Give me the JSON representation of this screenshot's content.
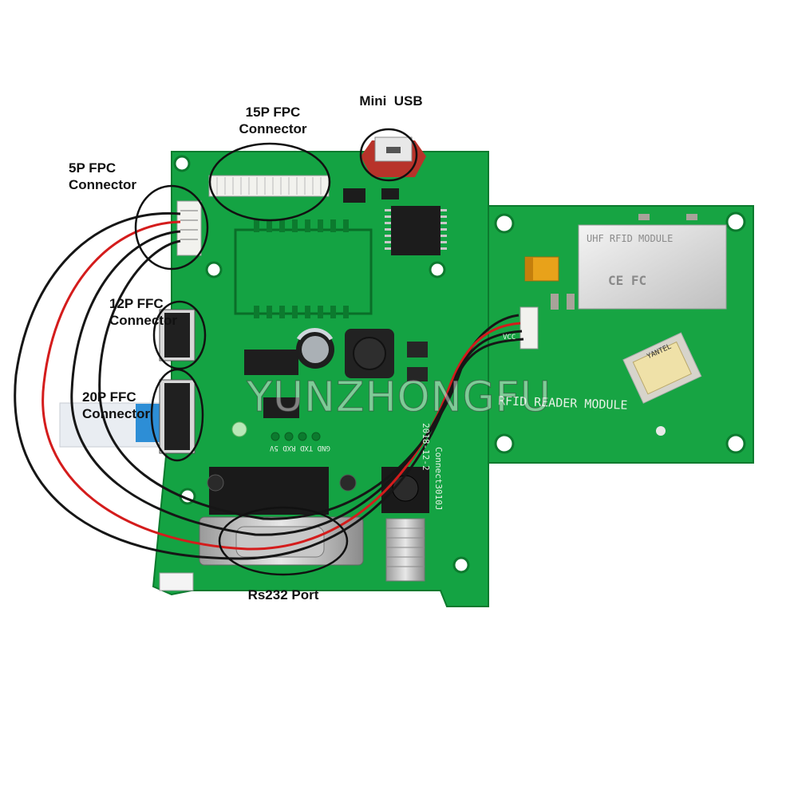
{
  "labels": {
    "fpc15_line1": "15P FPC",
    "fpc15_line2": "Connector",
    "mini_usb": "Mini  USB",
    "fpc5_line1": "5P FPC",
    "fpc5_line2": "Connector",
    "ffc12_line1": "12P FFC",
    "ffc12_line2": "Connector",
    "ffc20_line1": "20P FFC",
    "ffc20_line2": "Connector",
    "rs232": "Rs232 Port"
  },
  "watermark": "YUNZHONGFU",
  "silkscreen": {
    "module_title": "RFID READER MODULE",
    "board_name": "Connect3010J",
    "board_date": "2018-12-2",
    "header_pins": "GND TXD RXD 5V",
    "vcc": "VCC",
    "shield_title": "UHF RFID MODULE",
    "ce_mark": "CE FC",
    "crystal_brand": "YANTEL"
  },
  "colors": {
    "pcb": "#13a140",
    "pcb_dark": "#0c7a2e",
    "wire_red": "#d41c1c",
    "wire_black": "#161616"
  }
}
